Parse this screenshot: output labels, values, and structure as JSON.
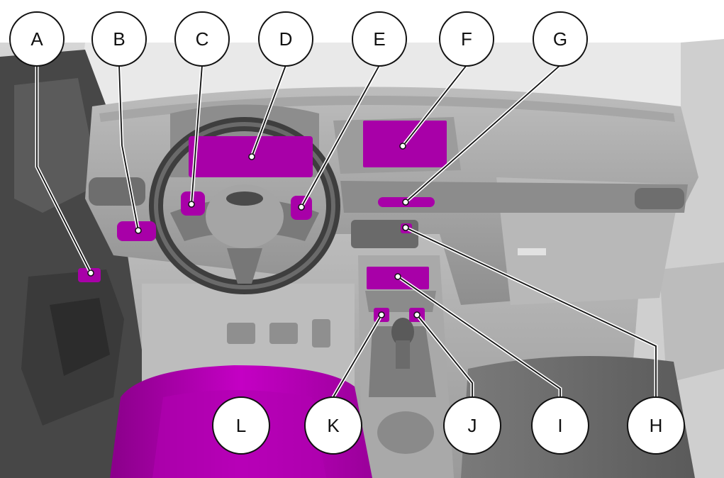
{
  "highlight_color": "#a800a8",
  "callouts": [
    {
      "id": "A",
      "label": "A"
    },
    {
      "id": "B",
      "label": "B"
    },
    {
      "id": "C",
      "label": "C"
    },
    {
      "id": "D",
      "label": "D"
    },
    {
      "id": "E",
      "label": "E"
    },
    {
      "id": "F",
      "label": "F"
    },
    {
      "id": "G",
      "label": "G"
    },
    {
      "id": "H",
      "label": "H"
    },
    {
      "id": "I",
      "label": "I"
    },
    {
      "id": "J",
      "label": "J"
    },
    {
      "id": "K",
      "label": "K"
    },
    {
      "id": "L",
      "label": "L"
    }
  ]
}
